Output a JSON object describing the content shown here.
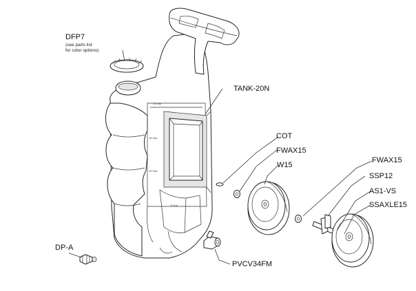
{
  "callouts": {
    "dfp7": {
      "code": "DFP7",
      "note_line1": "(see parts list",
      "note_line2": "for color options)"
    },
    "tank": {
      "code": "TANK-20N"
    },
    "cot": {
      "code": "COT"
    },
    "fwax15_left": {
      "code": "FWAX15"
    },
    "w15": {
      "code": "W15"
    },
    "fwax15_right": {
      "code": "FWAX15"
    },
    "ssp12": {
      "code": "SSP12"
    },
    "as1vs": {
      "code": "AS1-VS"
    },
    "ssaxle15": {
      "code": "SSAXLE15"
    },
    "dpa": {
      "code": "DP-A"
    },
    "pvcv34fm": {
      "code": "PVCV34FM"
    }
  },
  "tank_markings": {
    "level_20": "20 Gal.",
    "level_15": "15 Gal.",
    "level_10": "10 Gal.",
    "level_5": "5 Gal."
  }
}
